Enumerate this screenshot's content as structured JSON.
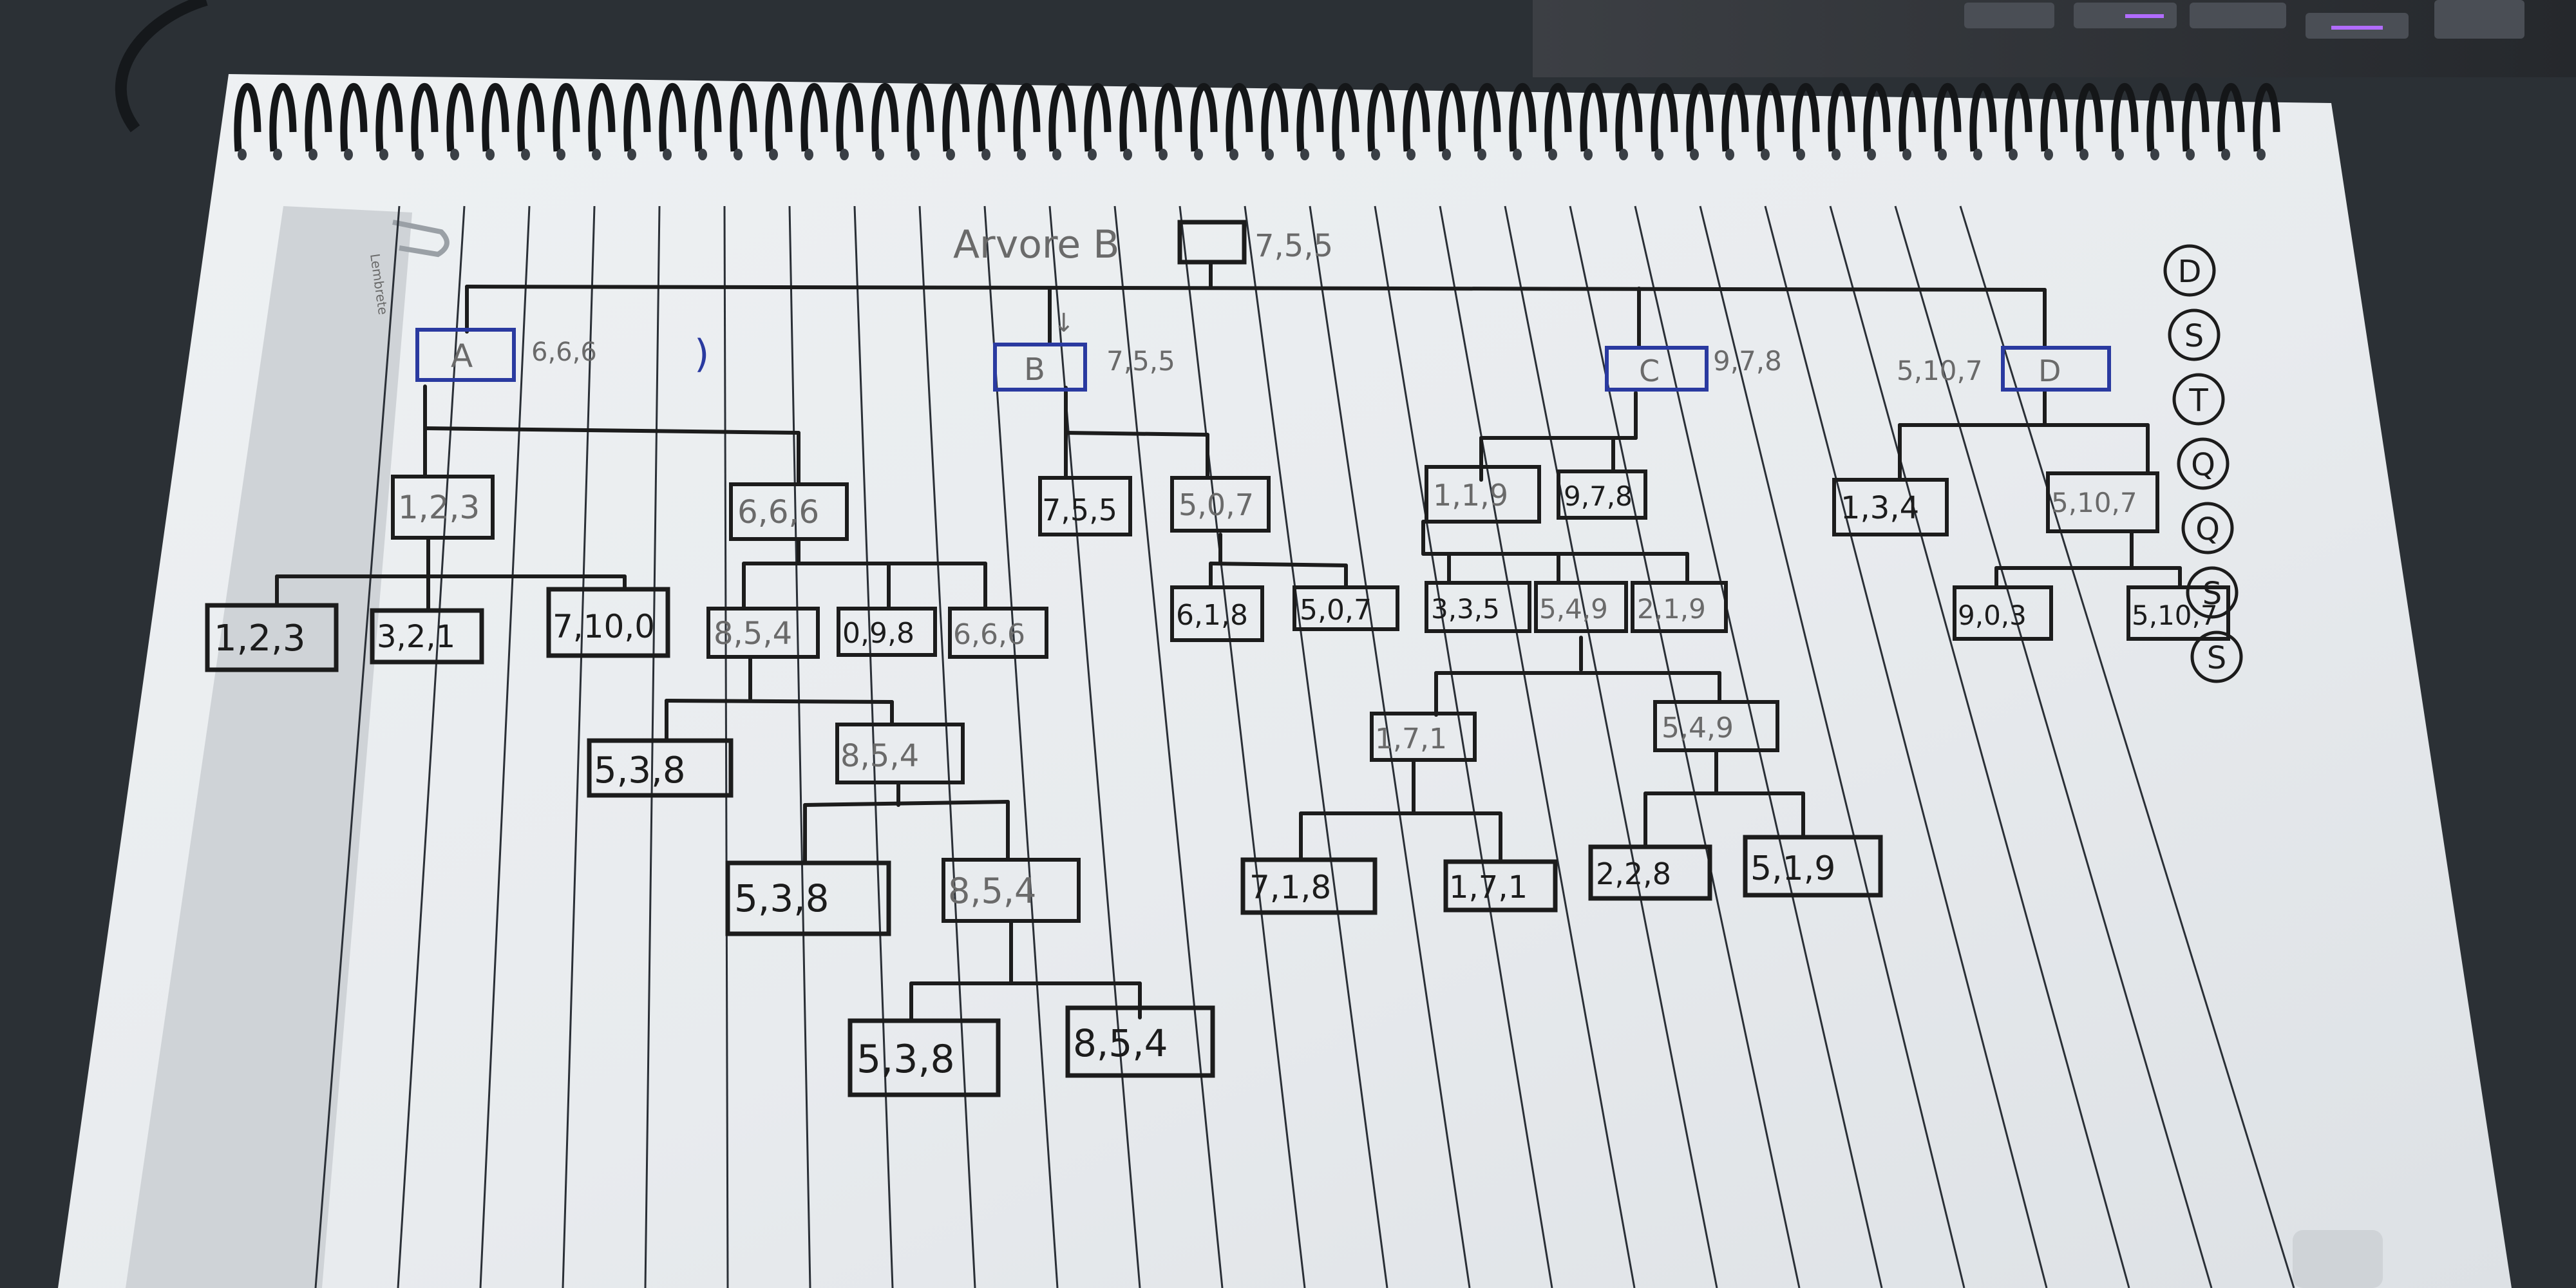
{
  "page": {
    "title": "Arvore B",
    "root_value": "7,5,5",
    "bookmark_label": "Lembrete"
  },
  "tree": {
    "level1": [
      {
        "label": "A",
        "value": "6,6,6"
      },
      {
        "label": "B",
        "value": "7,5,5"
      },
      {
        "label": "C",
        "value": "9,7,8"
      },
      {
        "label": "D",
        "value": "5,10,7"
      }
    ],
    "level2": [
      "1,2,3",
      "6,6,6",
      "7,5,5",
      "5,0,7",
      "1,1,9",
      "9,7,8",
      "1,3,4",
      "5,10,7"
    ],
    "level3": [
      "1,2,3",
      "3,2,1",
      "7,10,0",
      "8,5,4",
      "0,9,8",
      "6,6,6",
      "6,1,8",
      "5,0,7",
      "3,3,5",
      "5,4,9",
      "2,1,9",
      "9,0,3",
      "5,10,7"
    ],
    "level4": [
      "5,3,8",
      "8,5,4",
      "1,7,1",
      "5,4,9"
    ],
    "level5": [
      "5,3,8",
      "8,5,4",
      "7,1,8",
      "1,7,1",
      "2,2,8",
      "5,1,9"
    ],
    "level6": [
      "5,3,8",
      "8,5,4"
    ]
  },
  "margin_letters": [
    "D",
    "S",
    "T",
    "Q",
    "Q",
    "S",
    "S"
  ],
  "colors": {
    "paper": "#ebeef1",
    "ruling": "#2a2f36",
    "ink": "#1c1c1c",
    "pencil": "#6a6a6a",
    "blue_ink": "#2a3aa0"
  }
}
